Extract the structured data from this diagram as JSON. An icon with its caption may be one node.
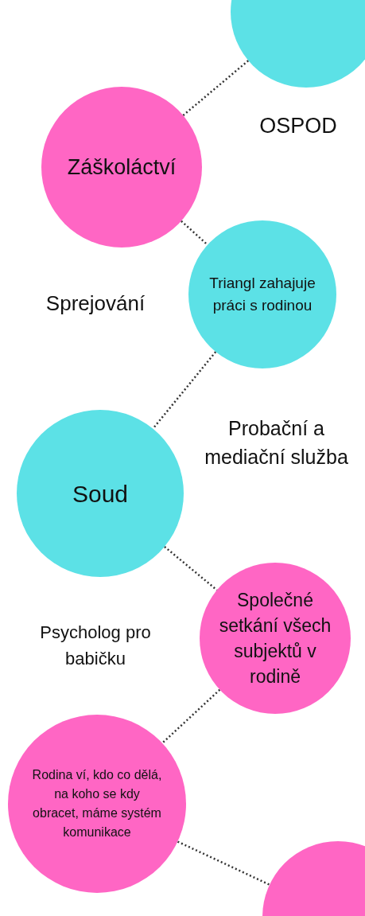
{
  "diagram": {
    "nodes": [
      {
        "text": [],
        "shape": "circle"
      },
      {
        "text": [
          "Záškoláctví"
        ]
      },
      {
        "text": [
          "Triangl zahajuje práci s rodinou"
        ]
      },
      {
        "text": [
          "Soud"
        ]
      },
      {
        "text": [
          "Společné setkání všech subjektů v rodině"
        ]
      },
      {
        "text": [
          "Rodina ví, kdo co dělá, na koho se kdy obracet, máme systém komunikace"
        ]
      },
      {
        "text": [],
        "shape": "circle"
      }
    ],
    "edges": [
      {
        "from": 1,
        "to": 0,
        "arrow": "none",
        "style": "dashed"
      },
      {
        "from": 1,
        "to": 2,
        "arrow": "none",
        "style": "dashed"
      },
      {
        "from": 2,
        "to": 3,
        "arrow": "none",
        "style": "dashed"
      },
      {
        "from": 3,
        "to": 4,
        "arrow": "none",
        "style": "dashed"
      },
      {
        "from": 4,
        "to": 5,
        "arrow": "none",
        "style": "dashed"
      },
      {
        "from": 5,
        "to": 6,
        "arrow": "none",
        "style": "dashed"
      }
    ],
    "labels": [
      "OSPOD",
      "Sprejování",
      "Probační a mediační služba",
      "Psycholog pro babičku"
    ]
  }
}
